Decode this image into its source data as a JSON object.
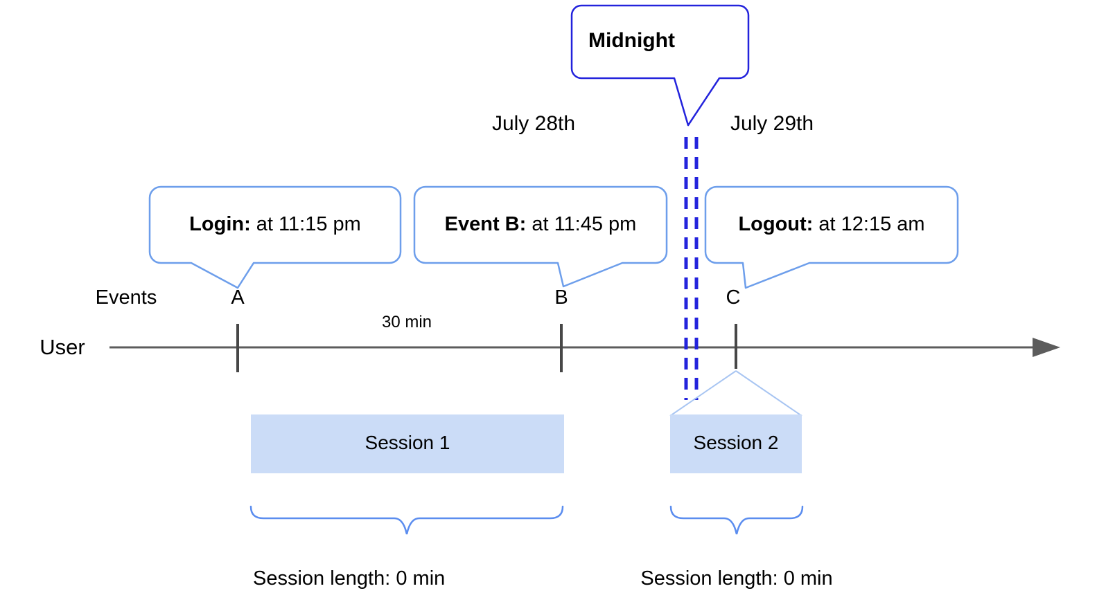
{
  "diagram": {
    "midnight": {
      "label": "Midnight"
    },
    "dates": {
      "left": "July 28th",
      "right": "July 29th"
    },
    "callouts": {
      "login": {
        "label": "Login:",
        "text": " at 11:15 pm"
      },
      "event_b": {
        "label": "Event B:",
        "text": " at 11:45 pm"
      },
      "logout": {
        "label": "Logout:",
        "text": " at 12:15 am"
      }
    },
    "timeline": {
      "row_label": "User",
      "events_label": "Events",
      "markers": [
        "A",
        "B",
        "C"
      ],
      "interval_label": "30 min"
    },
    "sessions": [
      {
        "name": "Session 1",
        "length": "Session length: 0 min"
      },
      {
        "name": "Session 2",
        "length": "Session length: 0 min"
      }
    ],
    "colors": {
      "callout_border": "#6d9eeb",
      "midnight_blue": "#2323dc",
      "session_fill": "#cbdcf7",
      "brace": "#5b8def",
      "funnel": "#a8c5f2",
      "axis": "#5c5c5c",
      "tick": "#474747"
    }
  }
}
